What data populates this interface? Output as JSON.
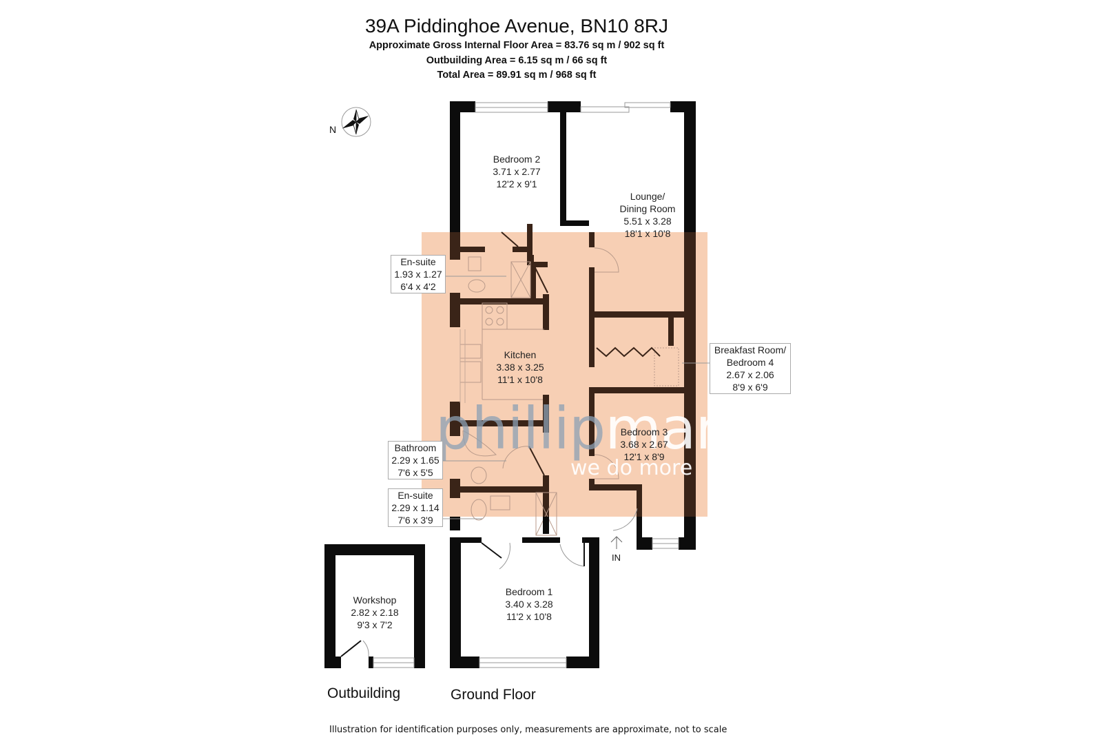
{
  "header": {
    "title": "39A Piddinghoe Avenue, BN10 8RJ",
    "gross_internal_area": "Approximate Gross Internal Floor Area = 83.76 sq m / 902 sq ft",
    "outbuilding_area": "Outbuilding Area = 6.15 sq m / 66 sq ft",
    "total_area": "Total Area = 89.91 sq m / 968 sq ft"
  },
  "compass": {
    "label": "N",
    "icon": "compass-rose-icon"
  },
  "rooms": {
    "bedroom2": {
      "name": "Bedroom 2",
      "metric": "3.71 x 2.77",
      "imperial": "12'2 x 9'1"
    },
    "lounge": {
      "name": "Lounge/",
      "name2": "Dining Room",
      "metric": "5.51 x 3.28",
      "imperial": "18'1 x 10'8"
    },
    "ensuite1": {
      "name": "En-suite",
      "metric": "1.93 x 1.27",
      "imperial": "6'4 x 4'2"
    },
    "kitchen": {
      "name": "Kitchen",
      "metric": "3.38 x 3.25",
      "imperial": "11'1 x 10'8"
    },
    "breakfast": {
      "name": "Breakfast Room/",
      "name2": "Bedroom 4",
      "metric": "2.67 x 2.06",
      "imperial": "8'9 x 6'9"
    },
    "bedroom3": {
      "name": "Bedroom 3",
      "metric": "3.68 x 2.67",
      "imperial": "12'1 x 8'9"
    },
    "bathroom": {
      "name": "Bathroom",
      "metric": "2.29 x 1.65",
      "imperial": "7'6 x 5'5"
    },
    "ensuite2": {
      "name": "En-suite",
      "metric": "2.29 x 1.14",
      "imperial": "7'6 x 3'9"
    },
    "bedroom1": {
      "name": "Bedroom 1",
      "metric": "3.40 x 3.28",
      "imperial": "11'2 x 10'8"
    },
    "workshop": {
      "name": "Workshop",
      "metric": "2.82 x 2.18",
      "imperial": "9'3 x 7'2"
    }
  },
  "entrance_label": "IN",
  "floor_labels": {
    "outbuilding": "Outbuilding",
    "ground": "Ground Floor"
  },
  "watermark": {
    "part1": "phillip",
    "part2": "mann",
    "tagline": "we do more",
    "overlay_color": "#f7cfb4"
  },
  "colors": {
    "wall": "#0c0c0c",
    "wall_under_overlay": "#3a2418",
    "overlay": "#f7cfb4"
  },
  "disclaimer": "Illustration for identification purposes only, measurements are approximate, not to scale"
}
